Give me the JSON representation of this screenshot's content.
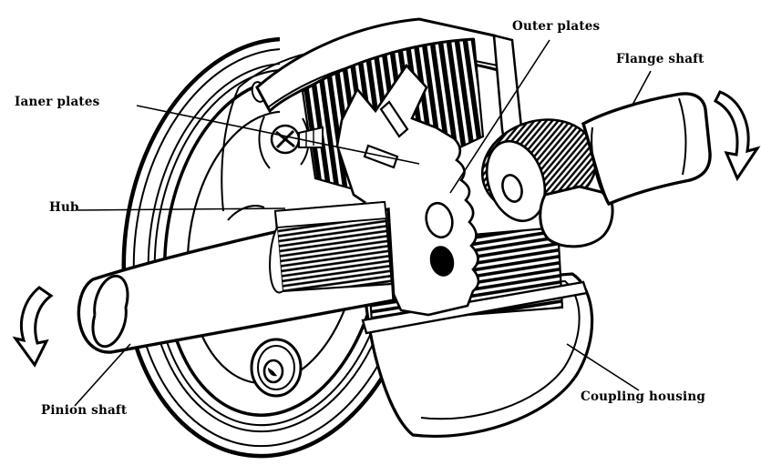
{
  "figure": {
    "type": "technical-cutaway-diagram",
    "subject": "multi-plate coupling assembly",
    "background_color": "#ffffff",
    "line_color": "#000000",
    "labels": {
      "inner_plates": "Ianer plates",
      "outer_plates": "Outer plates",
      "flange_shaft": "Flange shaft",
      "hub": "Hub",
      "pinion_shaft": "Pinion shaft",
      "coupling_housing": "Coupling housing"
    },
    "annotations": [
      {
        "name": "rotation-arrow-left",
        "meaning": "input rotation on pinion shaft"
      },
      {
        "name": "rotation-arrow-right",
        "meaning": "output rotation on flange shaft"
      }
    ]
  }
}
